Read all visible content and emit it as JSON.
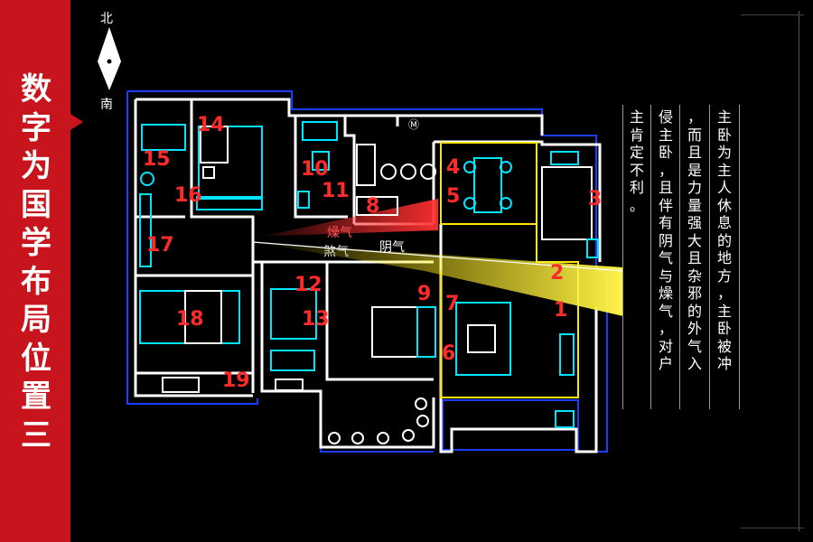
{
  "sidebar": {
    "title_chars": [
      "数",
      "字",
      "为",
      "国",
      "学",
      "布",
      "局",
      "位",
      "置",
      "三"
    ],
    "color": "#c8141c"
  },
  "compass": {
    "north": "北",
    "south": "南"
  },
  "plan": {
    "room_numbers": [
      "1",
      "2",
      "3",
      "4",
      "5",
      "6",
      "7",
      "8",
      "9",
      "10",
      "11",
      "12",
      "13",
      "14",
      "15",
      "16",
      "17",
      "18",
      "19"
    ],
    "labels": {
      "dry_qi": "燥气",
      "sha_qi": "煞气",
      "yin_qi": "阴气",
      "balcony": "Ⓜ"
    },
    "colors": {
      "walls": "#ffffff",
      "furniture": "#00e5ff",
      "border": "#1a3dff",
      "highlight": "#ffe600",
      "numbers": "#ff2b2b"
    }
  },
  "text_columns": [
    {
      "chars": [
        "主",
        "卧",
        "为",
        "主",
        "人",
        "休",
        "息",
        "的",
        "地",
        "方",
        "，",
        "主",
        "卧",
        "被",
        "冲"
      ]
    },
    {
      "chars": [
        "，",
        "而",
        "且",
        "是",
        "力",
        "量",
        "强",
        "大",
        "且",
        "杂",
        "邪",
        "的",
        "外",
        "气",
        "入"
      ]
    },
    {
      "chars": [
        "侵",
        "主",
        "卧",
        "，",
        "且",
        "伴",
        "有",
        "阴",
        "气",
        "与",
        "燥",
        "气",
        "，",
        "对",
        "户"
      ]
    },
    {
      "chars": [
        "主",
        "肯",
        "定",
        "不",
        "利",
        "。"
      ]
    }
  ]
}
